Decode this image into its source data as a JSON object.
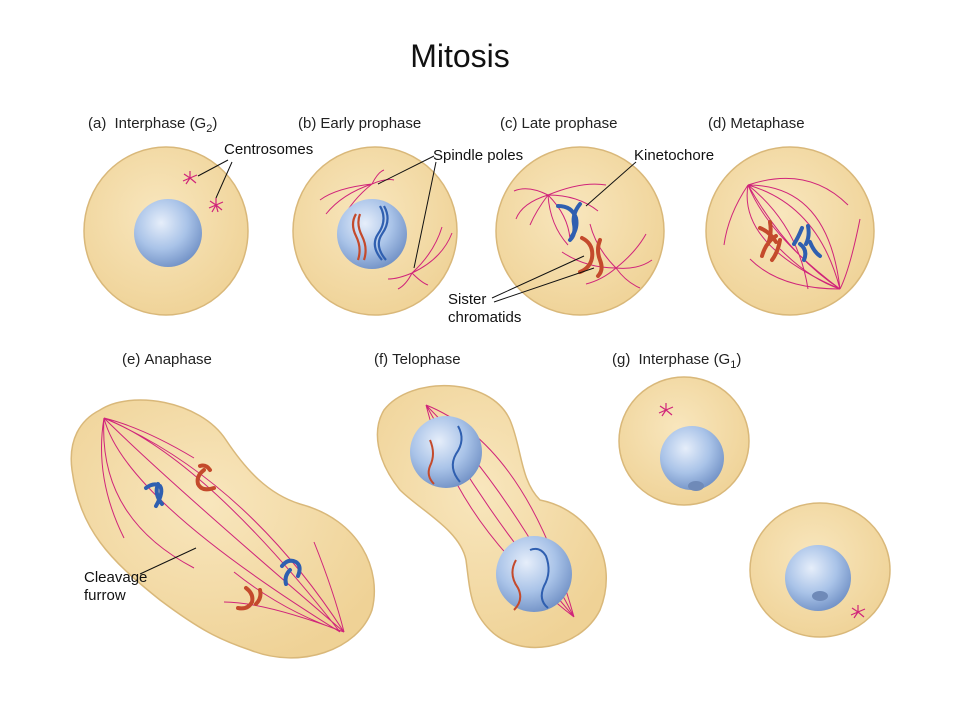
{
  "title": "Mitosis",
  "stages": [
    {
      "letter": "(a)",
      "name": "Interphase (G",
      "sub": "2",
      "close": ")"
    },
    {
      "letter": "(b)",
      "name": "Early prophase"
    },
    {
      "letter": "(c)",
      "name": "Late prophase"
    },
    {
      "letter": "(d)",
      "name": "Metaphase"
    },
    {
      "letter": "(e)",
      "name": "Anaphase"
    },
    {
      "letter": "(f)",
      "name": "Telophase"
    },
    {
      "letter": "(g)",
      "name": "Interphase (G",
      "sub": "1",
      "close": ")"
    }
  ],
  "annotations": {
    "centrosomes": "Centrosomes",
    "spindle_poles": "Spindle poles",
    "kinetochore": "Kinetochore",
    "sister_line1": "Sister",
    "sister_line2": "chromatids",
    "cleavage_line1": "Cleavage",
    "cleavage_line2": "furrow"
  },
  "colors": {
    "cytoplasm": "#f2d9a0",
    "cell_edge": "#d9b87a",
    "nucleus": "#a9c3e8",
    "spindle": "#d0247a",
    "chromatid_blue": "#2f5fb0",
    "chromatid_red": "#c44a2c"
  }
}
